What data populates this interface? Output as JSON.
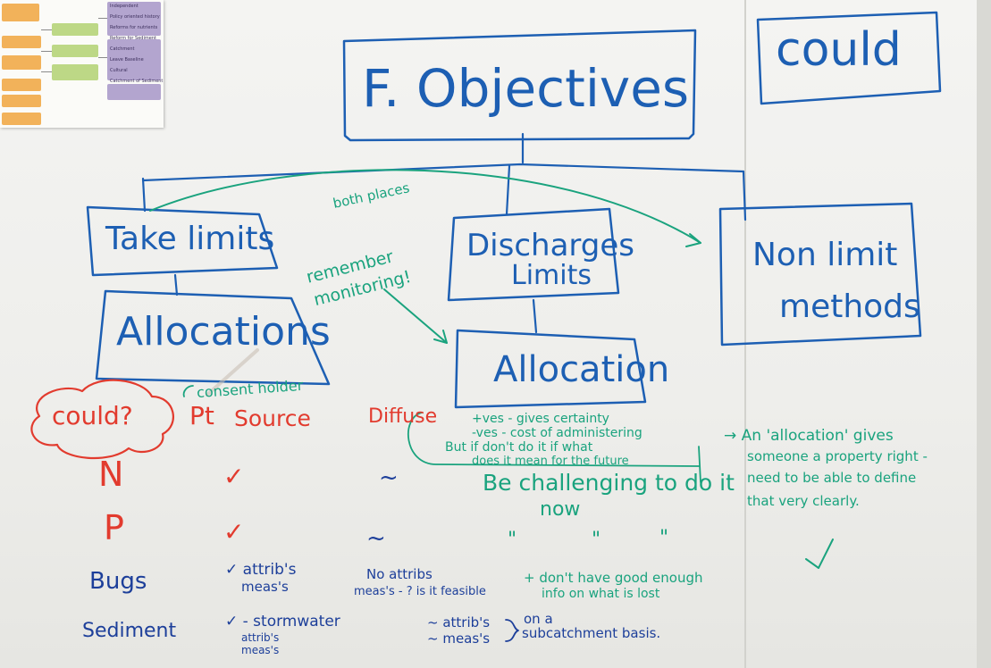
{
  "title": "F. Objectives",
  "priority_label": "could",
  "branches": {
    "take_limits": "Take limits",
    "discharges_limits": [
      "Discharges",
      "Limits"
    ],
    "non_limit_methods": [
      "Non limit",
      "methods"
    ]
  },
  "sub_nodes": {
    "allocations": "Allocations",
    "allocation": "Allocation"
  },
  "green_notes": {
    "both_places": "both places",
    "remember_monitoring": [
      "remember",
      "monitoring!"
    ],
    "consent_holder": "consent holder",
    "allocation_pros_cons": [
      "+ves - gives certainty",
      "-ves - cost of administering",
      "But if don't do it if what",
      "does it mean for the future"
    ],
    "be_challenging": [
      "Be challenging to do it",
      "now"
    ],
    "allocation_definition": [
      "→ An 'allocation' gives",
      "someone a property right -",
      "need to be able to define",
      "that very clearly."
    ]
  },
  "table": {
    "headers": {
      "could": "could?",
      "pt_source": "Pt",
      "source": "Source",
      "diffuse": "Diffuse"
    },
    "rows": [
      {
        "label": "N",
        "pt": "✓",
        "diffuse": "~"
      },
      {
        "label": "P",
        "pt": "✓",
        "diffuse": "~",
        "ditto": [
          "\"",
          "\"",
          "\""
        ]
      },
      {
        "label": "Bugs",
        "pt": [
          "✓ attrib's",
          "meas's"
        ],
        "diffuse": [
          "No attribs",
          "meas's - ? is it feasible"
        ],
        "note": [
          "+ don't have good enough",
          "info on what is lost"
        ]
      },
      {
        "label": "Sediment",
        "pt": [
          "✓ - stormwater",
          "attrib's",
          "meas's"
        ],
        "diffuse": [
          "~ attrib's",
          "~ meas's"
        ],
        "note": [
          "on a",
          "subcatchment basis."
        ]
      }
    ]
  },
  "paper_note_lines": [
    "Independent",
    "Policy oriented history",
    "Reforms for nutrients",
    "Reform for Sediment",
    "Catchment",
    "Leave Baseline",
    "Cultural",
    "Catchment of Sediment"
  ]
}
